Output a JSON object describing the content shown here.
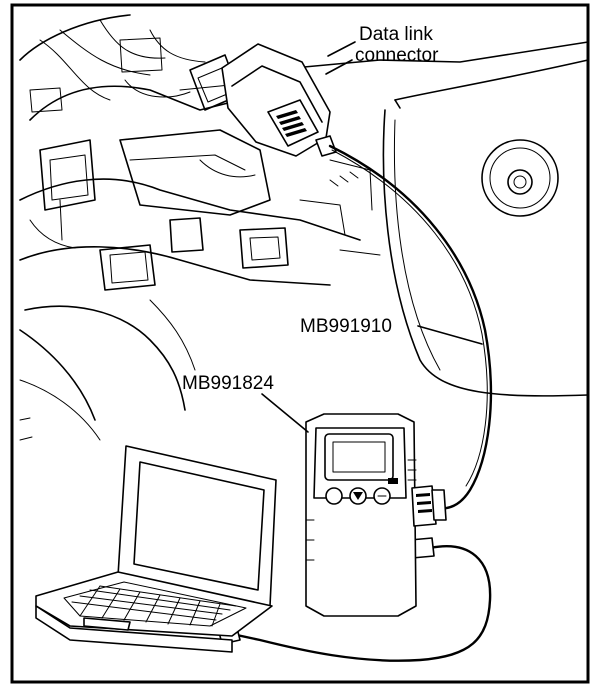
{
  "labels": {
    "data_link_line1": "Data link",
    "data_link_line2": "connector",
    "cable": "MB991910",
    "interface": "MB991824"
  },
  "colors": {
    "ink": "#000000",
    "paper": "#ffffff"
  },
  "icons": {
    "laptop": "laptop-computer-icon",
    "tester": "vehicle-communication-interface-icon",
    "connector": "data-link-connector-icon"
  }
}
